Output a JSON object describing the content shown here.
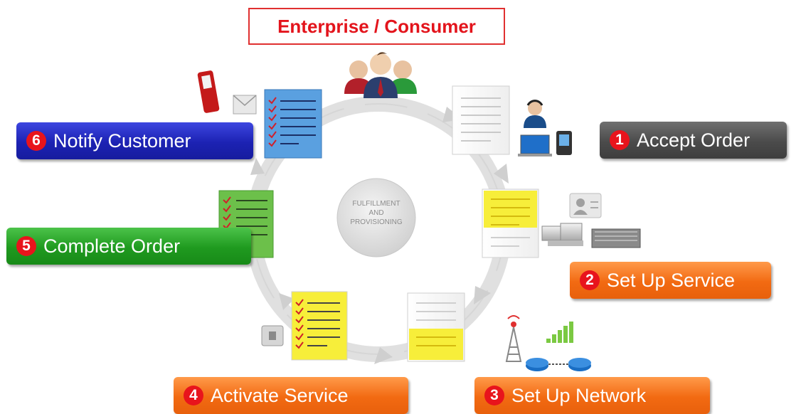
{
  "title": "Enterprise / Consumer",
  "center": {
    "line1": "FULFILLMENT",
    "line2": "AND",
    "line3": "PROVISIONING"
  },
  "steps": [
    {
      "num": "1",
      "label": "Accept Order",
      "color": "#4b4b4b"
    },
    {
      "num": "2",
      "label": "Set Up Service",
      "color": "#f26a12"
    },
    {
      "num": "3",
      "label": "Set Up Network",
      "color": "#f26a12"
    },
    {
      "num": "4",
      "label": "Activate Service",
      "color": "#f26a12"
    },
    {
      "num": "5",
      "label": "Complete Order",
      "color": "#1f9a1f"
    },
    {
      "num": "6",
      "label": "Notify Customer",
      "color": "#1c22b3"
    }
  ],
  "colors": {
    "title_red": "#e3141c",
    "badge_red": "#e8141c",
    "ring_gray": "#dcdcdc",
    "doc_yellow": "#f7ee3a",
    "doc_blue": "#5aa0e0",
    "doc_green": "#6cc04a"
  },
  "icons": [
    "people-group-icon",
    "call-center-agent-icon",
    "laptop-icon",
    "contact-card-icon",
    "server-icon",
    "cell-tower-icon",
    "signal-bars-icon",
    "router-icon",
    "lock-icon",
    "mobile-phone-icon",
    "envelope-icon",
    "checklist-icon",
    "document-icon"
  ]
}
